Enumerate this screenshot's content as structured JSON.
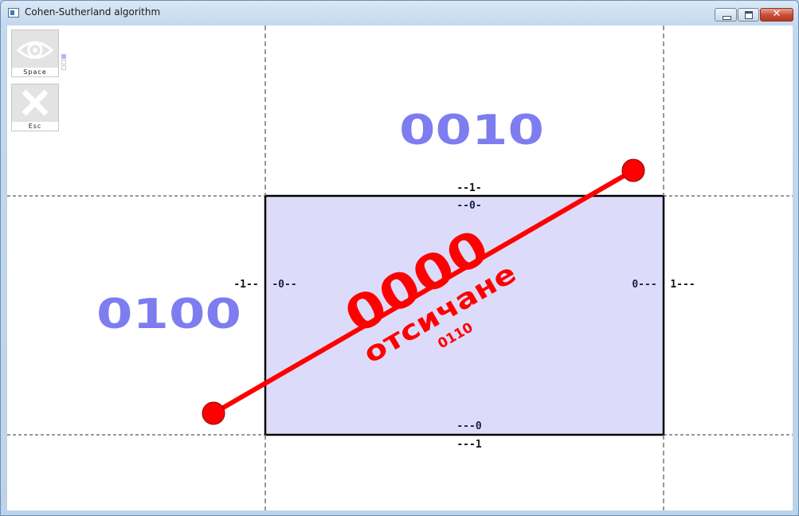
{
  "window": {
    "title": "Cohen-Sutherland algorithm"
  },
  "toolbar": {
    "view_label": "Space",
    "view_icon": "eye-icon",
    "clear_label": "Esc",
    "clear_icon": "x-icon"
  },
  "regions": {
    "top": "0010",
    "left": "0100",
    "center": "0000"
  },
  "edge_codes": {
    "top_outside": "--1-",
    "top_inside": "--0-",
    "left_outside": "-1--",
    "left_inside": "-0--",
    "right_inside": "0---",
    "right_outside": "1---",
    "bottom_inside": "---0",
    "bottom_outside": "---1"
  },
  "clip": {
    "label": "отсичане",
    "code": "0110"
  },
  "colors": {
    "region_code": "#7d7df0",
    "line": "#ff0000",
    "rect_fill": "#dcdcfa"
  }
}
